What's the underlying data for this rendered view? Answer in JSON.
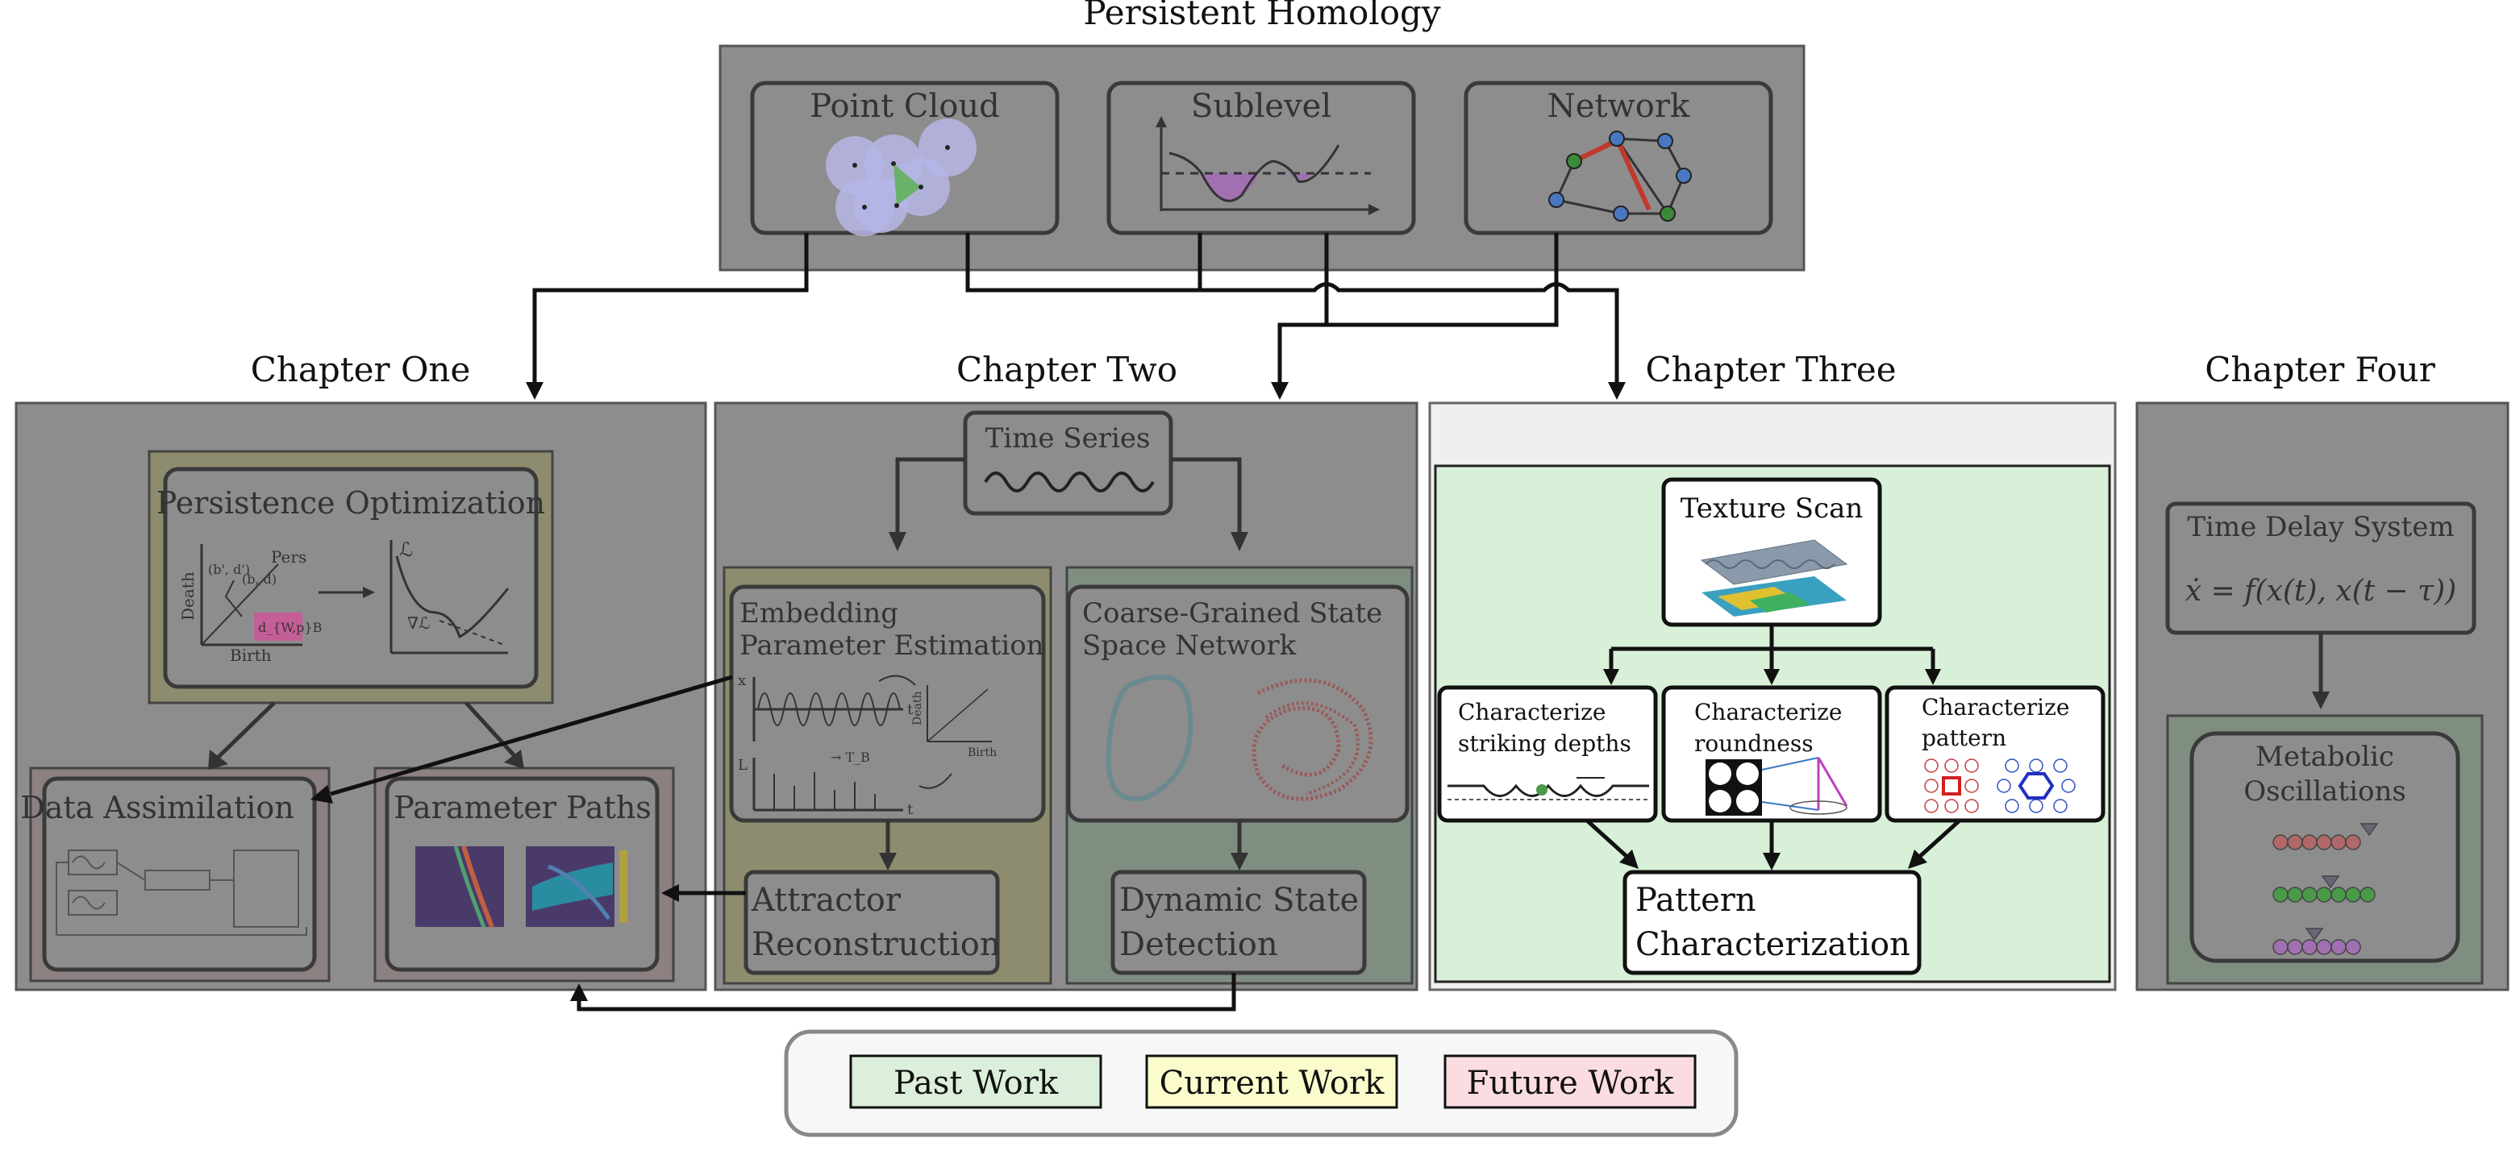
{
  "top": {
    "title": "Persistent Homology",
    "items": [
      "Point Cloud",
      "Sublevel",
      "Network"
    ]
  },
  "chapters": {
    "one": {
      "title": "Chapter One",
      "persistence": {
        "title": "Persistence Optimization",
        "pers_label": "Pers",
        "death_label": "Death",
        "birth_label": "Birth",
        "point_label": "(b, d)",
        "point_label2": "(b', d')",
        "loss_label": "ℒ",
        "grad_label": "∇ℒ",
        "dist_label": "d_{W,p}B"
      },
      "data_assimilation": {
        "title": "Data Assimilation"
      },
      "parameter_paths": {
        "title": "Parameter Paths"
      }
    },
    "two": {
      "title": "Chapter Two",
      "time_series": "Time Series",
      "embedding": {
        "line1": "Embedding",
        "line2": "Parameter Estimation",
        "x_label": "x",
        "t_label": "t",
        "tb_label": "→ T_B",
        "birth": "Birth",
        "death": "Death",
        "l_label": "L"
      },
      "coarse": {
        "line1": "Coarse-Grained State",
        "line2": "Space Network"
      },
      "attractor": {
        "line1": "Attractor",
        "line2": "Reconstruction"
      },
      "dynamic": {
        "line1": "Dynamic State",
        "line2": "Detection"
      }
    },
    "three": {
      "title": "Chapter Three",
      "texture": "Texture Scan",
      "depths": {
        "line1": "Characterize",
        "line2": "striking depths"
      },
      "roundness": {
        "line1": "Characterize",
        "line2": "roundness"
      },
      "pattern_box": {
        "line1": "Characterize",
        "line2": "pattern"
      },
      "result": {
        "line1": "Pattern",
        "line2": "Characterization"
      }
    },
    "four": {
      "title": "Chapter Four",
      "tds": {
        "title": "Time Delay System",
        "equation": "ẋ = f(x(t), x(t − τ))"
      },
      "metabolic": {
        "line1": "Metabolic",
        "line2": "Oscillations"
      }
    }
  },
  "legend": {
    "items": [
      {
        "label": "Past Work",
        "color": "#dcefdc"
      },
      {
        "label": "Current Work",
        "color": "#fbfbcc"
      },
      {
        "label": "Future Work",
        "color": "#fbdde1"
      }
    ]
  },
  "colors": {
    "panel_gray": "#8d8d8d",
    "past_green": "#d8f0d8",
    "current_yellow": "#8e8c6e",
    "future_pink": "#8c8081",
    "past_dim": "#7f8e80",
    "cloud_purple": "#b6b6e6",
    "sublevel_purple": "#a070b0",
    "network_blue": "#4a78c0",
    "network_green": "#3a8a3a",
    "network_red": "#c0392b"
  }
}
